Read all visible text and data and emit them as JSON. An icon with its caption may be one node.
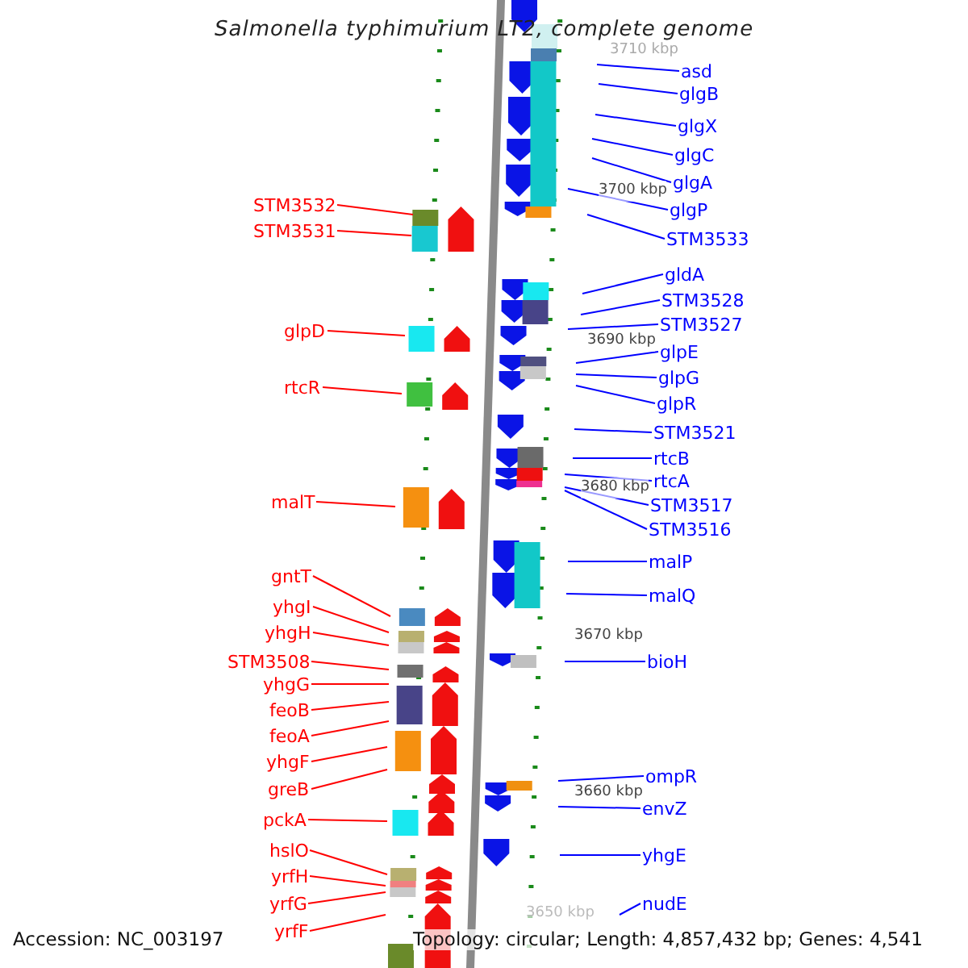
{
  "diagram": {
    "title": "Salmonella typhimurium LT2, complete genome",
    "nodes": [
      {
        "text": [
          "asd"
        ]
      },
      {
        "text": [
          "glgB"
        ]
      },
      {
        "text": [
          "glgX"
        ]
      },
      {
        "text": [
          "glgC"
        ]
      },
      {
        "text": [
          "glgA"
        ]
      },
      {
        "text": [
          "STM3532"
        ]
      },
      {
        "text": [
          "glgP"
        ]
      },
      {
        "text": [
          "STM3531"
        ]
      },
      {
        "text": [
          "STM3533"
        ]
      },
      {
        "text": [
          "gldA"
        ]
      },
      {
        "text": [
          "STM3528"
        ]
      },
      {
        "text": [
          "STM3527"
        ]
      },
      {
        "text": [
          "glpD"
        ]
      },
      {
        "text": [
          "glpE"
        ]
      },
      {
        "text": [
          "glpG"
        ]
      },
      {
        "text": [
          "rtcR"
        ]
      },
      {
        "text": [
          "glpR"
        ]
      },
      {
        "text": [
          "STM3521"
        ]
      },
      {
        "text": [
          "rtcB"
        ]
      },
      {
        "text": [
          "rtcA"
        ]
      },
      {
        "text": [
          "malT"
        ]
      },
      {
        "text": [
          "STM3517"
        ]
      },
      {
        "text": [
          "STM3516"
        ]
      },
      {
        "text": [
          "malP"
        ]
      },
      {
        "text": [
          "gntT"
        ]
      },
      {
        "text": [
          "malQ"
        ]
      },
      {
        "text": [
          "yhgI"
        ]
      },
      {
        "text": [
          "yhgH"
        ]
      },
      {
        "text": [
          "STM3508"
        ]
      },
      {
        "text": [
          "bioH"
        ]
      },
      {
        "text": [
          "yhgG"
        ]
      },
      {
        "text": [
          "feoB"
        ]
      },
      {
        "text": [
          "feoA"
        ]
      },
      {
        "text": [
          "yhgF"
        ]
      },
      {
        "text": [
          "ompR"
        ]
      },
      {
        "text": [
          "greB"
        ]
      },
      {
        "text": [
          "envZ"
        ]
      },
      {
        "text": [
          "pckA"
        ]
      },
      {
        "text": [
          "hslO"
        ]
      },
      {
        "text": [
          "yhgE"
        ]
      },
      {
        "text": [
          "yrfH"
        ]
      },
      {
        "text": [
          "yrfG"
        ]
      },
      {
        "text": [
          "nudE"
        ]
      },
      {
        "text": [
          "yrfF"
        ]
      }
    ],
    "edges": [
      {
        "from": 0,
        "to": null,
        "arrow": "none"
      },
      {
        "from": 1,
        "to": null,
        "arrow": "none"
      },
      {
        "from": 2,
        "to": null,
        "arrow": "none"
      },
      {
        "from": 3,
        "to": null,
        "arrow": "none"
      },
      {
        "from": 4,
        "to": null,
        "arrow": "none"
      },
      {
        "from": 5,
        "to": null,
        "arrow": "none",
        "color": "#ff0000"
      },
      {
        "from": 6,
        "to": null,
        "arrow": "none"
      },
      {
        "from": 7,
        "to": null,
        "arrow": "none",
        "color": "#ff0000"
      },
      {
        "from": 8,
        "to": null,
        "arrow": "none"
      },
      {
        "from": 9,
        "to": null,
        "arrow": "none"
      },
      {
        "from": 10,
        "to": null,
        "arrow": "none"
      },
      {
        "from": 11,
        "to": null,
        "arrow": "none"
      },
      {
        "from": 12,
        "to": null,
        "arrow": "none",
        "color": "#ff0000"
      },
      {
        "from": 13,
        "to": null,
        "arrow": "none"
      },
      {
        "from": 14,
        "to": null,
        "arrow": "none"
      },
      {
        "from": 15,
        "to": null,
        "arrow": "none",
        "color": "#ff0000"
      },
      {
        "from": 16,
        "to": null,
        "arrow": "none"
      },
      {
        "from": 17,
        "to": null,
        "arrow": "none"
      },
      {
        "from": 18,
        "to": null,
        "arrow": "none"
      },
      {
        "from": 19,
        "to": null,
        "arrow": "none"
      },
      {
        "from": 20,
        "to": null,
        "arrow": "none",
        "color": "#ff0000"
      },
      {
        "from": 21,
        "to": null,
        "arrow": "none"
      },
      {
        "from": 22,
        "to": null,
        "arrow": "none"
      },
      {
        "from": 23,
        "to": null,
        "arrow": "none"
      },
      {
        "from": 24,
        "to": null,
        "arrow": "none",
        "color": "#ff0000"
      },
      {
        "from": 25,
        "to": null,
        "arrow": "none"
      },
      {
        "from": 26,
        "to": null,
        "arrow": "none",
        "color": "#ff0000"
      },
      {
        "from": 27,
        "to": null,
        "arrow": "none",
        "color": "#ff0000"
      },
      {
        "from": 28,
        "to": null,
        "arrow": "none",
        "color": "#ff0000"
      },
      {
        "from": 29,
        "to": null,
        "arrow": "none"
      },
      {
        "from": 30,
        "to": null,
        "arrow": "none",
        "color": "#ff0000"
      },
      {
        "from": 31,
        "to": null,
        "arrow": "none",
        "color": "#ff0000"
      },
      {
        "from": 32,
        "to": null,
        "arrow": "none",
        "color": "#ff0000"
      },
      {
        "from": 33,
        "to": null,
        "arrow": "none",
        "color": "#ff0000"
      },
      {
        "from": 34,
        "to": null,
        "arrow": "none"
      },
      {
        "from": 35,
        "to": null,
        "arrow": "none",
        "color": "#ff0000"
      },
      {
        "from": 36,
        "to": null,
        "arrow": "none"
      },
      {
        "from": 37,
        "to": null,
        "arrow": "none",
        "color": "#ff0000"
      },
      {
        "from": 38,
        "to": null,
        "arrow": "none",
        "color": "#ff0000"
      },
      {
        "from": 39,
        "to": null,
        "arrow": "none"
      },
      {
        "from": 40,
        "to": null,
        "arrow": "none",
        "color": "#ff0000"
      },
      {
        "from": 41,
        "to": null,
        "arrow": "none",
        "color": "#ff0000"
      },
      {
        "from": 42,
        "to": null,
        "arrow": "none"
      },
      {
        "from": 43,
        "to": null,
        "arrow": "none",
        "color": "#ff0000"
      }
    ],
    "labels": [
      "3710 kbp",
      "3700 kbp",
      "3690 kbp",
      "3680 kbp",
      "3670 kbp",
      "3660 kbp",
      "3650 kbp",
      "Accession: NC_003197",
      "Topology: circular; Length: 4,857,432 bp; Genes: 4,541"
    ]
  }
}
